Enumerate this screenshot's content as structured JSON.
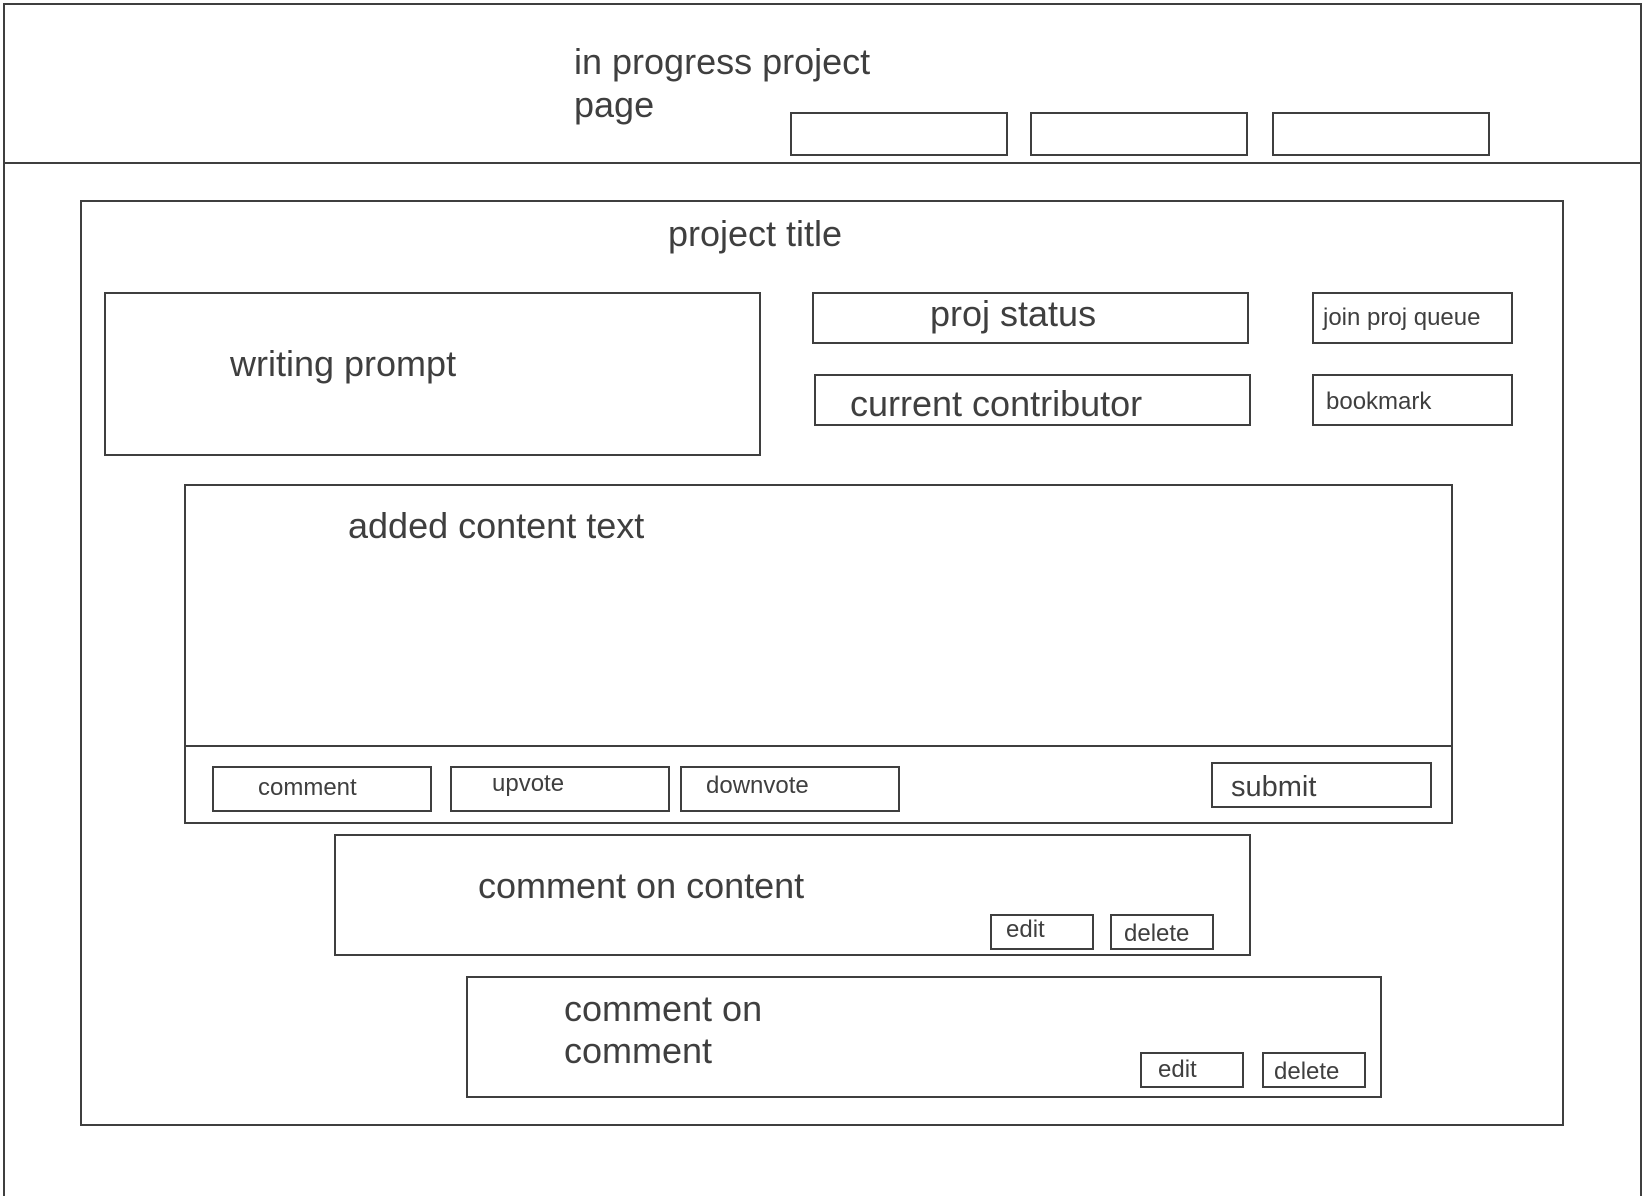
{
  "header": {
    "title_line1": "in progress project",
    "title_line2": "page",
    "nav_buttons": [
      "",
      "",
      ""
    ]
  },
  "project": {
    "title": "project title",
    "writing_prompt": "writing prompt",
    "status": "proj status",
    "current_contributor": "current contributor",
    "join_queue_label": "join proj queue",
    "bookmark_label": "bookmark"
  },
  "content": {
    "text": "added content text",
    "comment_label": "comment",
    "upvote_label": "upvote",
    "downvote_label": "downvote",
    "submit_label": "submit"
  },
  "comments": [
    {
      "text": "comment on content",
      "edit_label": "edit",
      "delete_label": "delete"
    },
    {
      "text_line1": "comment on",
      "text_line2": "comment",
      "edit_label": "edit",
      "delete_label": "delete"
    }
  ],
  "colors": {
    "stroke": "#3f3f3f",
    "background": "#ffffff"
  }
}
